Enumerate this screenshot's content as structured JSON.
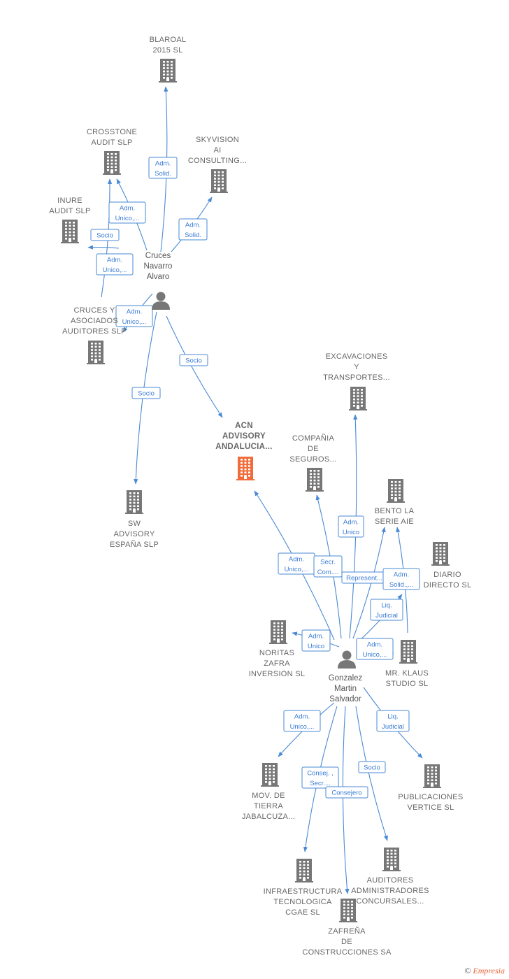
{
  "companies": {
    "blaroal": {
      "label": [
        "BLAROAL",
        "2015  SL"
      ],
      "color": "#777777"
    },
    "crosstone": {
      "label": [
        "CROSSTONE",
        "AUDIT  SLP"
      ],
      "color": "#777777"
    },
    "skyvision": {
      "label": [
        "SKYVISION",
        "AI",
        "CONSULTING..."
      ],
      "color": "#777777"
    },
    "inure": {
      "label": [
        "INURE",
        "AUDIT  SLP"
      ],
      "color": "#777777"
    },
    "cruces_asociados": {
      "label": [
        "CRUCES Y",
        "ASOCIADOS",
        "AUDITORES SLP"
      ],
      "color": "#777777"
    },
    "sw_advisory": {
      "label": [
        "SW",
        "ADVISORY",
        "ESPAÑA  SLP"
      ],
      "color": "#777777"
    },
    "acn": {
      "label": [
        "ACN",
        "ADVISORY",
        "ANDALUCIA..."
      ],
      "color": "#f26b3a"
    },
    "excavaciones": {
      "label": [
        "EXCAVACIONES",
        "Y",
        "TRANSPORTES..."
      ],
      "color": "#777777"
    },
    "compania": {
      "label": [
        "COMPAÑIA",
        "DE",
        "SEGUROS..."
      ],
      "color": "#777777"
    },
    "bento": {
      "label": [
        "BENTO LA",
        "SERIE AIE"
      ],
      "color": "#777777"
    },
    "diario": {
      "label": [
        "DIARIO",
        "DIRECTO SL"
      ],
      "color": "#777777"
    },
    "noritas": {
      "label": [
        "NORITAS",
        "ZAFRA",
        "INVERSION  SL"
      ],
      "color": "#777777"
    },
    "mr_klaus": {
      "label": [
        "MR.  KLAUS",
        "STUDIO  SL"
      ],
      "color": "#777777"
    },
    "mov_tierra": {
      "label": [
        "MOV.  DE",
        "TIERRA",
        "JABALCUZA..."
      ],
      "color": "#777777"
    },
    "publicaciones": {
      "label": [
        "PUBLICACIONES",
        "VERTICE SL"
      ],
      "color": "#777777"
    },
    "infraestructura": {
      "label": [
        "INFRAESTRUCTURA",
        "TECNOLOGICA",
        "CGAE SL"
      ],
      "color": "#777777"
    },
    "auditores_adm": {
      "label": [
        "AUDITORES",
        "ADMINISTRADORES",
        "CONCURSALES..."
      ],
      "color": "#777777"
    },
    "zafrena": {
      "label": [
        "ZAFREÑA",
        "DE",
        "CONSTRUCCIONES SA"
      ],
      "color": "#777777"
    }
  },
  "persons": {
    "cruces": {
      "label": [
        "Cruces",
        "Navarro",
        "Alvaro"
      ]
    },
    "gonzalez": {
      "label": [
        "Gonzalez",
        "Martin",
        "Salvador"
      ]
    }
  },
  "edge_labels": {
    "blaroal": [
      "Adm.",
      "Solid."
    ],
    "skyvision": [
      "Adm.",
      "Solid."
    ],
    "crosstone_a": [
      "Adm.",
      "Unico,..."
    ],
    "inure_socio": [
      "Socio"
    ],
    "crosstone_b": [
      "Adm.",
      "Unico,..."
    ],
    "cruces_asoc": [
      "Adm.",
      "Unico,..."
    ],
    "acn_socio": [
      "Socio"
    ],
    "sw_socio": [
      "Socio"
    ],
    "excavaciones": [
      "Adm.",
      "Unico"
    ],
    "acn_g": [
      "Adm.",
      "Unico,..."
    ],
    "compania": [
      "Secr.",
      "Com...."
    ],
    "bento": [
      "Represent..."
    ],
    "diario": [
      "Adm.",
      "Solid.,..."
    ],
    "mrklaus_liq": [
      "Liq.",
      "Judicial"
    ],
    "noritas": [
      "Adm.",
      "Unico"
    ],
    "mrklaus_adm": [
      "Adm.",
      "Unico,..."
    ],
    "mov_tierra": [
      "Adm.",
      "Unico,..."
    ],
    "publicaciones": [
      "Liq.",
      "Judicial"
    ],
    "infraestructura": [
      "Consej. ,",
      "Secr...."
    ],
    "zafrena": [
      "Consejero"
    ],
    "auditores_adm": [
      "Socio"
    ]
  },
  "colors": {
    "edge": "#4a8ad4",
    "building": "#777777",
    "focus": "#f26b3a",
    "person": "#777777"
  },
  "footer": {
    "copyright": "©",
    "brand": "Empresia"
  }
}
